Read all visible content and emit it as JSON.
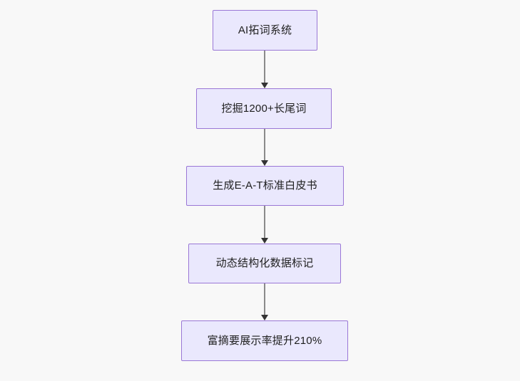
{
  "diagram": {
    "type": "flowchart",
    "direction": "top-to-bottom",
    "background_color": "#f8f8f8",
    "node_fill_color": "#eae8fd",
    "node_border_color": "#9a77d6",
    "node_text_color": "#1f1f1f",
    "edge_color": "#8a8a8a",
    "arrow_color": "#333333",
    "nodes": [
      {
        "id": "node-0",
        "label": "AI拓词系统"
      },
      {
        "id": "node-1",
        "label": "挖掘1200+长尾词"
      },
      {
        "id": "node-2",
        "label": "生成E-A-T标准白皮书"
      },
      {
        "id": "node-3",
        "label": "动态结构化数据标记"
      },
      {
        "id": "node-4",
        "label": "富摘要展示率提升210%"
      }
    ],
    "edges": [
      {
        "id": "edge-0",
        "from": "node-0",
        "to": "node-1"
      },
      {
        "id": "edge-1",
        "from": "node-1",
        "to": "node-2"
      },
      {
        "id": "edge-2",
        "from": "node-2",
        "to": "node-3"
      },
      {
        "id": "edge-3",
        "from": "node-3",
        "to": "node-4"
      }
    ]
  }
}
